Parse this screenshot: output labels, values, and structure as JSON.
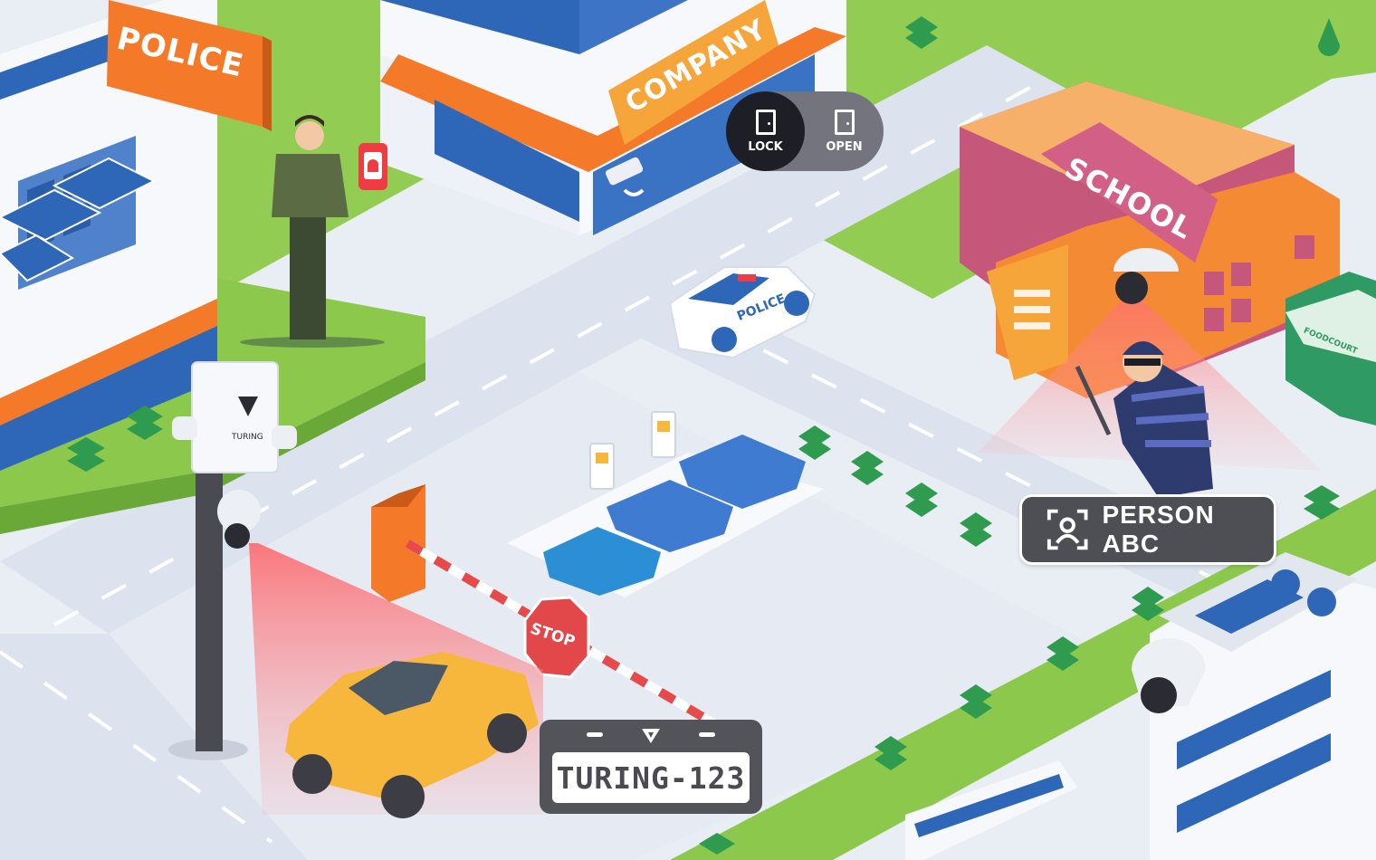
{
  "signs": {
    "police": "POLICE",
    "company": "COMPANY",
    "school": "SCHOOL",
    "police_car": "POLICE",
    "stop": "STOP",
    "turing_device": "TURING",
    "foodcourt": "FOODCOURT"
  },
  "door_control": {
    "lock_label": "LOCK",
    "open_label": "OPEN"
  },
  "face_recognition": {
    "label": "PERSON ABC",
    "icon": "face-scan-icon"
  },
  "license_plate": {
    "text": "TURING-123",
    "icon": "turing-logo-icon"
  },
  "colors": {
    "grass": "#8cc84b",
    "road": "#e2e7f0",
    "sign_orange": "#f47a2a",
    "school_pink": "#c5577a",
    "taxi": "#f6b73c",
    "alert_red": "#ef3b42"
  }
}
